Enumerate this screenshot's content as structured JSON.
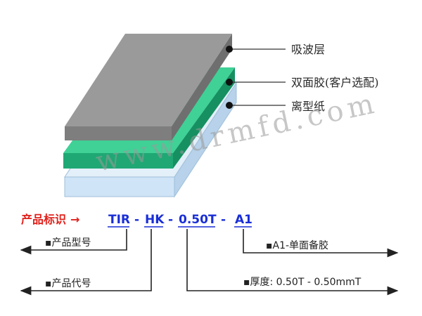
{
  "layers": [
    {
      "label": "吸波层",
      "color": "#8f8f8f"
    },
    {
      "label": "双面胶(客户选配)",
      "color": "#2fbf86"
    },
    {
      "label": "离型纸",
      "color": "#cfe4f6"
    }
  ],
  "watermark": "www.drmfd.com",
  "code": {
    "title": "产品标识",
    "arrow": "→",
    "parts": [
      "TIR",
      "HK",
      "0.50T",
      "A1"
    ],
    "sep": "-",
    "title_color": "#e0201a",
    "code_color": "#1a2fd6"
  },
  "notes": {
    "model": "▪产品型号",
    "series": "▪产品代号",
    "thickness": "▪厚度: 0.50T - 0.50mmT",
    "adhesive": "▪A1-单面备胶"
  }
}
